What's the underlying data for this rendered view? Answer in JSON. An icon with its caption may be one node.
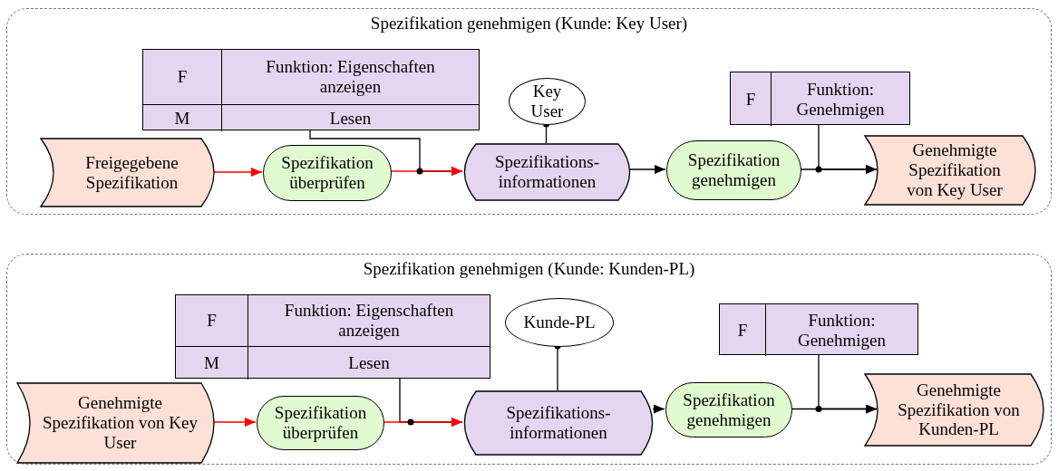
{
  "diagram": {
    "nodes": [
      {
        "text": [
          "Spezifikation genehmigen (Kunde: Key User)"
        ]
      },
      {
        "text": [
          "F",
          "Funktion: Eigenschaften anzeigen",
          "M",
          "Lesen"
        ],
        "in": 0
      },
      {
        "text": [
          "Key User"
        ],
        "in": 0
      },
      {
        "text": [
          "F",
          "Funktion: Genehmigen"
        ],
        "in": 0
      },
      {
        "text": [
          "Freigegebene Spezifikation"
        ],
        "in": 0
      },
      {
        "text": [
          "Spezifikation überprüfen"
        ],
        "in": 0
      },
      {
        "text": [
          "Spezifikations-informationen"
        ],
        "in": 0
      },
      {
        "text": [
          "Spezifikation genehmigen"
        ],
        "in": 0
      },
      {
        "text": [
          "Genehmigte Spezifikation von Key User"
        ],
        "in": 0
      },
      {
        "text": [
          "Spezifikation genehmigen (Kunde: Kunden-PL)"
        ]
      },
      {
        "text": [
          "F",
          "Funktion: Eigenschaften anzeigen",
          "M",
          "Lesen"
        ],
        "in": 9
      },
      {
        "text": [
          "Kunde-PL"
        ],
        "in": 9
      },
      {
        "text": [
          "F",
          "Funktion: Genehmigen"
        ],
        "in": 9
      },
      {
        "text": [
          "Genehmigte Spezifikation von Key User"
        ],
        "in": 9
      },
      {
        "text": [
          "Spezifikation überprüfen"
        ],
        "in": 9
      },
      {
        "text": [
          "Spezifikations-informationen"
        ],
        "in": 9
      },
      {
        "text": [
          "Spezifikation genehmigen"
        ],
        "in": 9
      },
      {
        "text": [
          "Genehmigte Spezifikation von Kunden-PL"
        ],
        "in": 9
      }
    ],
    "edges": [
      {
        "from": 4,
        "to": 5,
        "arrow": "to",
        "color": "#ff0000"
      },
      {
        "from": 5,
        "to": 6,
        "arrow": "to",
        "color": "#ff0000"
      },
      {
        "from": 1,
        "to": 6,
        "arrow": "to"
      },
      {
        "from": 2,
        "to": 6,
        "arrow": "other"
      },
      {
        "from": 6,
        "to": 7,
        "arrow": "to"
      },
      {
        "from": 7,
        "to": 8,
        "arrow": "to"
      },
      {
        "from": 3,
        "to": 8,
        "arrow": "to"
      },
      {
        "from": 13,
        "to": 14,
        "arrow": "to",
        "color": "#ff0000"
      },
      {
        "from": 14,
        "to": 15,
        "arrow": "to",
        "color": "#ff0000"
      },
      {
        "from": 10,
        "to": 15,
        "arrow": "to"
      },
      {
        "from": 11,
        "to": 15,
        "arrow": "other"
      },
      {
        "from": 15,
        "to": 16,
        "arrow": "to"
      },
      {
        "from": 16,
        "to": 17,
        "arrow": "to"
      },
      {
        "from": 12,
        "to": 17,
        "arrow": "to"
      }
    ]
  }
}
